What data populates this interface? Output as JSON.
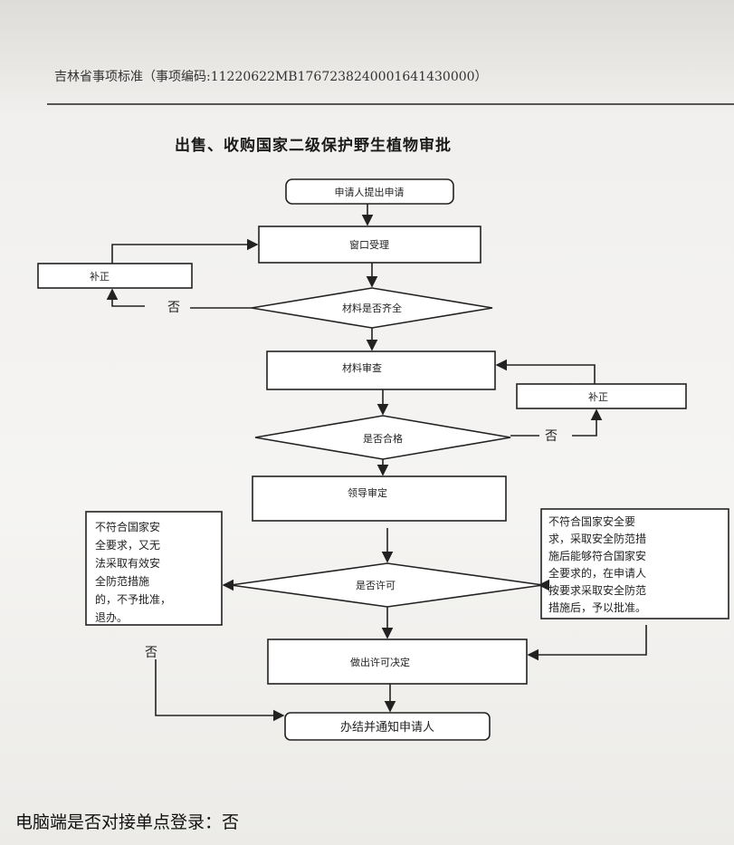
{
  "header": {
    "standard": "吉林省事项标准（事项编码:11220622MB1767238240001641430000）"
  },
  "title": "出售、收购国家二级保护野生植物审批",
  "flow": {
    "start": "申请人提出申请",
    "window_accept": "窗口受理",
    "supplement_1": "补正",
    "no_1": "否",
    "check_complete": "材料是否齐全",
    "review": "材料审查",
    "supplement_2": "补正",
    "no_2": "否",
    "check_compliant": "是否合格",
    "leader_review": "领导审定",
    "permit_decision": "是否许可",
    "reject_note": [
      "不符合国家安",
      "全要求，又无",
      "法采取有效安",
      "全防范措施",
      "的，不予批准，",
      "退办。"
    ],
    "approve_note": [
      "不符合国家安全要",
      "求，采取安全防范措",
      "施后能够符合国家安",
      "全要求的，在申请人",
      "按要求采取安全防范",
      "措施后，予以批准。"
    ],
    "no_3": "否",
    "make_decision": "做出许可决定",
    "finish": "办结并通知申请人"
  },
  "footer": {
    "sso": "电脑端是否对接单点登录：否"
  }
}
